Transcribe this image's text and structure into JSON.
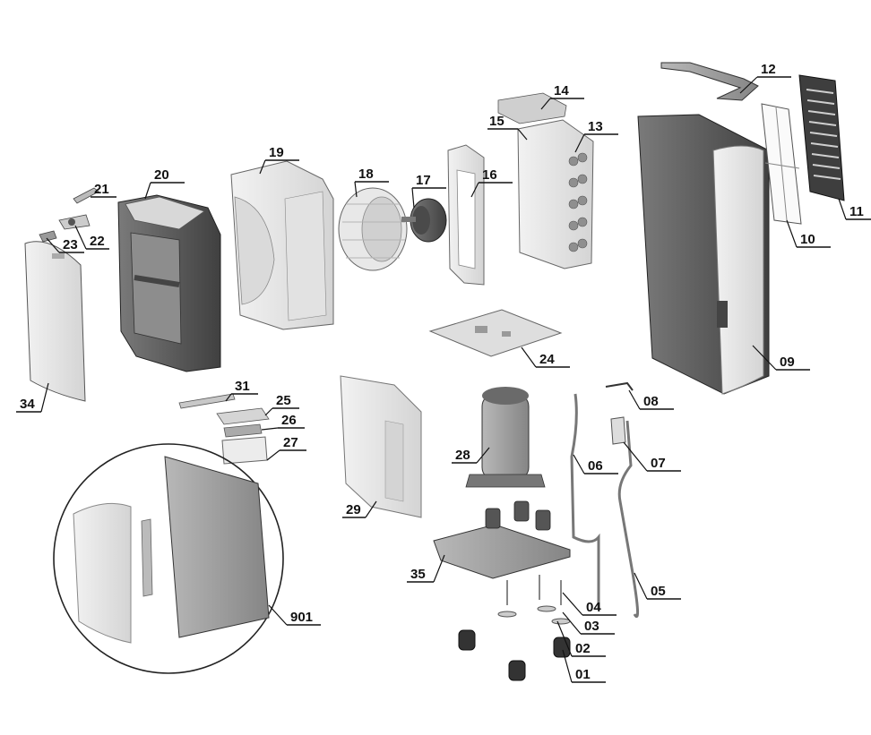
{
  "labels": {
    "01": "01",
    "02": "02",
    "03": "03",
    "04": "04",
    "05": "05",
    "06": "06",
    "07": "07",
    "08": "08",
    "09": "09",
    "10": "10",
    "11": "11",
    "12": "12",
    "13": "13",
    "14": "14",
    "15": "15",
    "16": "16",
    "17": "17",
    "18": "18",
    "19": "19",
    "20": "20",
    "21": "21",
    "22": "22",
    "23": "23",
    "24": "24",
    "25": "25",
    "26": "26",
    "27": "27",
    "28": "28",
    "29": "29",
    "31": "31",
    "34": "34",
    "35": "35",
    "901": "901"
  },
  "colors": {
    "light_part": "#e6e6e6",
    "mid_part": "#a9a9a9",
    "dark_part": "#5a5a5a",
    "outline": "#333333",
    "text": "#111111"
  }
}
